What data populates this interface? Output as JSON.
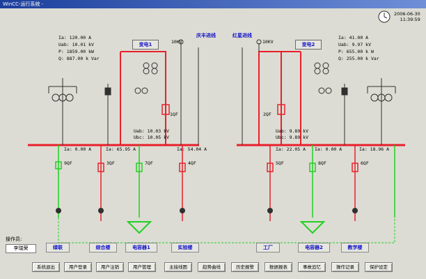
{
  "window": {
    "title": "WinCC-运行系统 -"
  },
  "clock": {
    "date": "2006-06-30",
    "time": "11:39:59"
  },
  "left_sub": {
    "name": "变电1",
    "incoming": "10KV",
    "line": "庆丰进线",
    "meters": [
      {
        "k": "Ia:",
        "v": "120.00",
        "u": "A"
      },
      {
        "k": "Uab:",
        "v": "10.01",
        "u": "kV"
      },
      {
        "k": "P:",
        "v": "1859.00",
        "u": "kW"
      },
      {
        "k": "Q:",
        "v": "887.00",
        "u": "k Var"
      }
    ],
    "breaker": "1QF",
    "bus_v": [
      {
        "k": "Uab:",
        "v": "10.03",
        "u": "kV"
      },
      {
        "k": "Ubc:",
        "v": "10.05",
        "u": "kV"
      }
    ]
  },
  "right_sub": {
    "name": "变电2",
    "incoming": "10KV",
    "line": "红星进线",
    "meters": [
      {
        "k": "Ia:",
        "v": "41.00",
        "u": "A"
      },
      {
        "k": "Uab:",
        "v": "9.97",
        "u": "kV"
      },
      {
        "k": "P:",
        "v": "655.00",
        "u": "k W"
      },
      {
        "k": "Q:",
        "v": "255.00",
        "u": "k Var"
      }
    ],
    "breaker": "2QF",
    "bus_v": [
      {
        "k": "Uab:",
        "v": "9.89",
        "u": "kV"
      },
      {
        "k": "Ubc:",
        "v": "9.89",
        "u": "kV"
      }
    ]
  },
  "feeders": [
    {
      "ia": "Ia: 0.00 A",
      "qf": "9QF",
      "label": "绿联"
    },
    {
      "ia": "Ia: 65.95 A",
      "qf": "3QF",
      "label": "综合楼"
    },
    {
      "ia": "",
      "qf": "7QF",
      "label": "电容器1"
    },
    {
      "ia": "Ia: 54.04 A",
      "qf": "4QF",
      "label": "实验楼"
    },
    {
      "ia": "Ia: 22.05 A",
      "qf": "5QF",
      "label": "工厂"
    },
    {
      "ia": "Ia: 0.00 A",
      "qf": "8QF",
      "label": "电容器2"
    },
    {
      "ia": "Ia: 18.96 A",
      "qf": "6QF",
      "label": "教学楼"
    }
  ],
  "operator": {
    "label": "操作员:",
    "name": "李瑞荣"
  },
  "nav": [
    "系统退出",
    "用户登录",
    "用户注销",
    "用户管理",
    "主接线图",
    "趋势曲线",
    "历史报警",
    "数据报表",
    "事故追忆",
    "操作记录",
    "保护设定"
  ],
  "colors": {
    "live": "#e8202a",
    "dead": "#303030",
    "cap": "#20d020",
    "text_blue": "#1212c8"
  }
}
